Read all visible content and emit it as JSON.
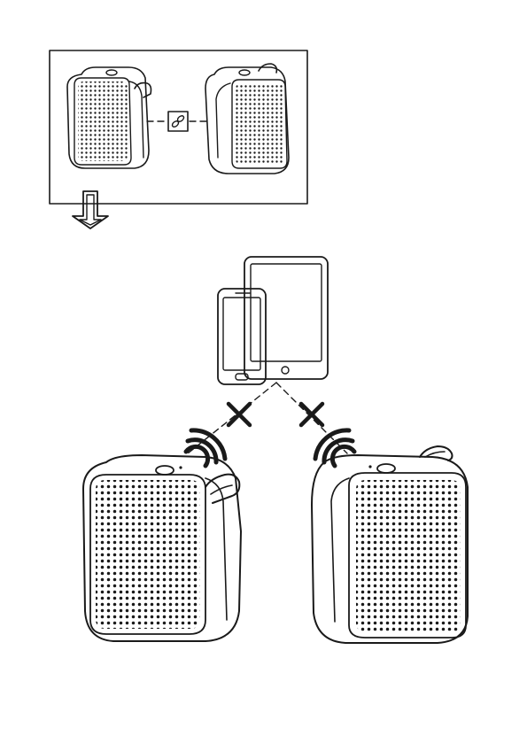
{
  "illustration": {
    "name": "speaker-link-instruction",
    "step_panel": {
      "left_speaker": "speaker",
      "right_speaker": "speaker",
      "link_symbol": "link-icon",
      "connection_style": "dashed"
    },
    "transition_arrow": "down-arrow-icon",
    "source_devices": [
      "smartphone",
      "tablet"
    ],
    "speakers": [
      "speaker",
      "speaker"
    ],
    "blocked_connections": 2,
    "indicators": [
      "cross-icon",
      "cross-icon",
      "wireless-signal-icon",
      "wireless-signal-icon"
    ],
    "colors": {
      "line": "#1a1a1a",
      "background": "#ffffff"
    }
  }
}
